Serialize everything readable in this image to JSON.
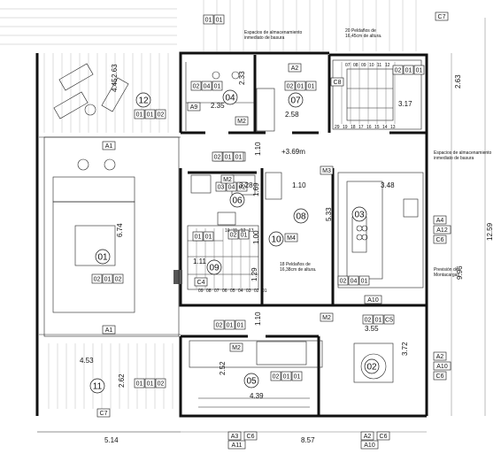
{
  "rooms": [
    {
      "num": "01",
      "tags": [
        "02",
        "01",
        "02"
      ],
      "area": "6.74"
    },
    {
      "num": "02",
      "tags": [
        "02",
        "01",
        "C5"
      ],
      "area": "3.72"
    },
    {
      "num": "03",
      "tags": [
        "02",
        "04",
        "01"
      ],
      "area": "3.48"
    },
    {
      "num": "04",
      "tags": [
        "02",
        "04",
        "01"
      ],
      "area": "2.35"
    },
    {
      "num": "05",
      "tags": [
        "02",
        "01",
        "01"
      ],
      "area": "4.39"
    },
    {
      "num": "06",
      "tags": [
        "03",
        "04",
        "02"
      ],
      "area": "1.69"
    },
    {
      "num": "07",
      "tags": [
        "02",
        "01",
        "01"
      ],
      "area": "2.58"
    },
    {
      "num": "08",
      "tags": [
        "02",
        "01",
        "01"
      ],
      "area": "5.33"
    },
    {
      "num": "09",
      "tags": [
        "01",
        "01"
      ],
      "area": "1.11"
    },
    {
      "num": "10",
      "tags": [
        "02",
        "01"
      ],
      "area": "1.00"
    },
    {
      "num": "11",
      "tags": [
        "01",
        "01",
        "02"
      ],
      "area": "2.62"
    },
    {
      "num": "12",
      "tags": [
        "01",
        "01",
        "02"
      ],
      "area": "4.45"
    }
  ],
  "extra_tags": {
    "top": [
      "01",
      "01"
    ],
    "hall_upper": [
      "02",
      "01",
      "01"
    ],
    "hall_lower": [
      "02",
      "01",
      "01"
    ],
    "r02_top": [
      "02",
      "01",
      "01"
    ],
    "r03_bottom": [
      "02",
      "04",
      "01"
    ],
    "r08_small": [
      "02",
      "01",
      "01"
    ]
  },
  "codes": {
    "C7_top": "C7",
    "A2_top": "A2",
    "C8": "C8",
    "A9": "A9",
    "M2_a": "M2",
    "A1_a": "A1",
    "M3": "M3",
    "M2_b": "M2",
    "A12": "A12",
    "A4": "A4",
    "C6_r": "C6",
    "M4": "M4",
    "C4": "C4",
    "A10_a": "A10",
    "M2_c": "M2",
    "A1_b": "A1",
    "M2_d": "M2",
    "A2_r": "A2",
    "A10_r": "A10",
    "C6_r2": "C6",
    "C7_b": "C7",
    "A3": "A3",
    "C6_b": "C6",
    "A11": "A11",
    "A2_b": "A2",
    "C6_b2": "C6",
    "A10_b": "A10"
  },
  "dims": {
    "d263a": "2.63",
    "d233": "2.33",
    "d263b": "2.63",
    "d317": "3.17",
    "d110a": "1.10",
    "d369": "+3.69m",
    "d328": "3.28",
    "d110b": "1.10",
    "d1259": "12.59",
    "d996": "9.96",
    "d355": "3.55",
    "d453": "4.53",
    "d252": "2.52",
    "d857": "8.57",
    "d514": "5.14",
    "d129": "1.29",
    "d110c": "1.10"
  },
  "notes": {
    "n1a": "Espacios de almacenamiento",
    "n1b": "inmediato de basura",
    "n2a": "20 Peldaños de",
    "n2b": "16,45cm de altura.",
    "n3a": "Espacios de almacenamiento",
    "n3b": "inmediato de basura",
    "n4a": "18 Peldaños de",
    "n4b": "16,38cm de altura.",
    "n5a": "Previsión de",
    "n5b": "Montacargas"
  },
  "stair_top": [
    "07",
    "08",
    "09",
    "10",
    "11",
    "12",
    "29",
    "19",
    "18",
    "17",
    "16",
    "15",
    "14",
    "13"
  ],
  "stair_mid": [
    "10",
    "11",
    "12",
    "13",
    "09",
    "08",
    "07",
    "06",
    "05",
    "04",
    "03",
    "02",
    "01"
  ]
}
